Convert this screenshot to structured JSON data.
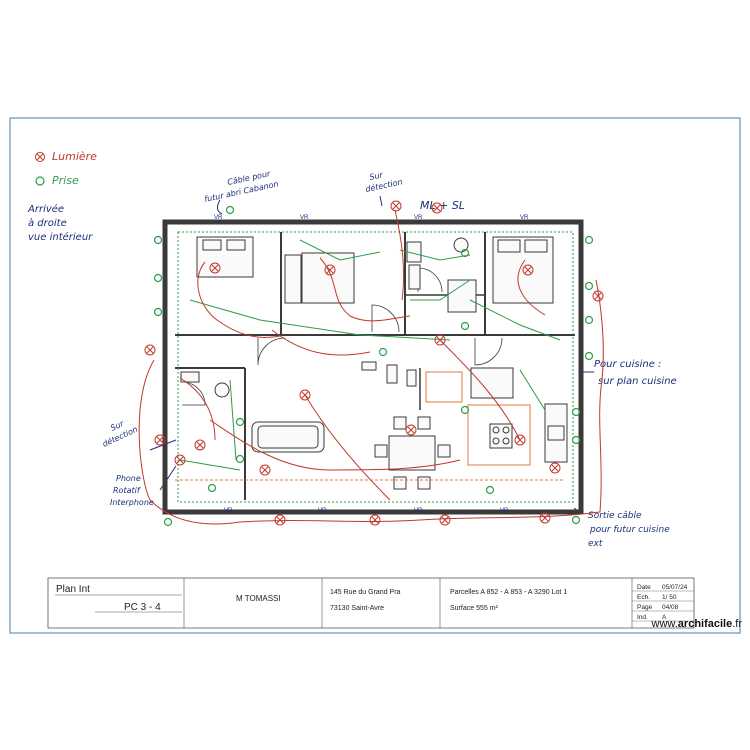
{
  "legend": {
    "light": "Lumière",
    "outlet": "Prise"
  },
  "notes": {
    "top_left": [
      "Arrivée",
      "à droite",
      "vue intérieur"
    ],
    "cable": [
      "Câble pour",
      "futur abri Cabanon"
    ],
    "detection_top": [
      "Sur",
      "détection"
    ],
    "ml_sl": "ML + SL",
    "cuisine": [
      "Pour cuisine :",
      "sur plan cuisine"
    ],
    "detection_left": [
      "Sur",
      "détection"
    ],
    "phone": [
      "Phone",
      "Rotatif",
      "Interphone"
    ],
    "sortie_cable": [
      "Sortie câble",
      "pour futur cuisine",
      "ext"
    ]
  },
  "plan_labels": {
    "vr": "VR"
  },
  "title_block": {
    "plan_title": "Plan Int",
    "plan_code": "PC 3 - 4",
    "owner": "M TOMASSI",
    "address_line1": "145 Rue du Grand Pra",
    "address_line2": "73130 Saint-Avre",
    "parcels": "Parcelles A 852 - A 853 - A 3290 Lot 1",
    "surface": "Surface 555 m²",
    "labels": {
      "date": "Date",
      "scale": "Ech.",
      "page": "Page",
      "index": "Ind."
    },
    "values": {
      "date": "05/07/24",
      "scale": "1/ 50",
      "page": "04/08",
      "index": "A"
    }
  },
  "watermark": {
    "prefix": "www.",
    "brand": "archifacile",
    "suffix": ".fr"
  },
  "colors": {
    "wall": "#3a3a3a",
    "red_ink": "#c0392b",
    "green_ink": "#2e9d4a",
    "blue_ink": "#1a2f7a",
    "orange": "#e07b39",
    "frame": "#6a8fb0"
  }
}
